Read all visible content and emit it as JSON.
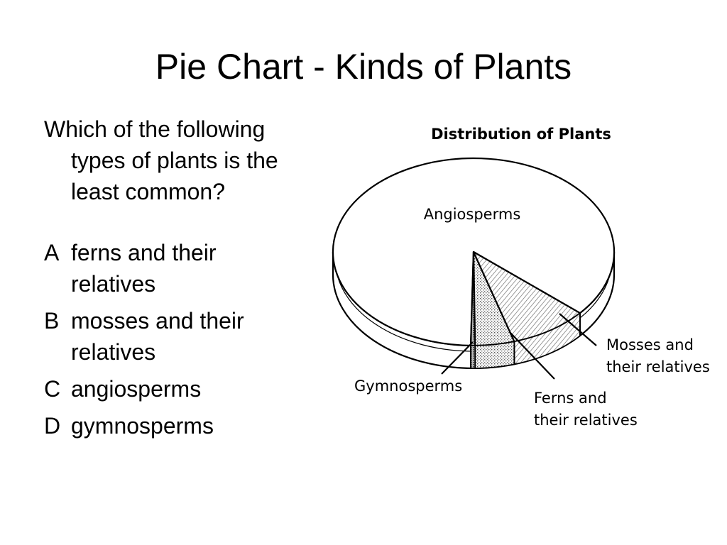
{
  "slide": {
    "title": "Pie Chart - Kinds of Plants"
  },
  "question": {
    "lines": [
      "Which of the following",
      "types of plants is the",
      "least common?"
    ],
    "choices": [
      {
        "letter": "A",
        "lines": [
          "ferns and their",
          "relatives"
        ]
      },
      {
        "letter": "B",
        "lines": [
          "mosses and their",
          "relatives"
        ]
      },
      {
        "letter": "C",
        "lines": [
          "angiosperms"
        ]
      },
      {
        "letter": "D",
        "lines": [
          "gymnosperms"
        ]
      }
    ]
  },
  "chart_data": {
    "type": "pie",
    "title": "Distribution of Plants",
    "slices": [
      {
        "label": "Angiosperms",
        "label_lines": [
          "Angiosperms"
        ],
        "value": 0.86,
        "fill": "none"
      },
      {
        "label": "Gymnosperms",
        "label_lines": [
          "Gymnosperms"
        ],
        "value": 0.005,
        "fill": "dense-stipple"
      },
      {
        "label": "Ferns and their relatives",
        "label_lines": [
          "Ferns and",
          "their relatives"
        ],
        "value": 0.045,
        "fill": "stipple"
      },
      {
        "label": "Mosses and their relatives",
        "label_lines": [
          "Mosses and",
          "their relatives"
        ],
        "value": 0.09,
        "fill": "hatch"
      }
    ],
    "style": "3d-outline",
    "colors": {
      "stroke": "#000000",
      "background": "#ffffff",
      "shade": "#777777"
    }
  }
}
